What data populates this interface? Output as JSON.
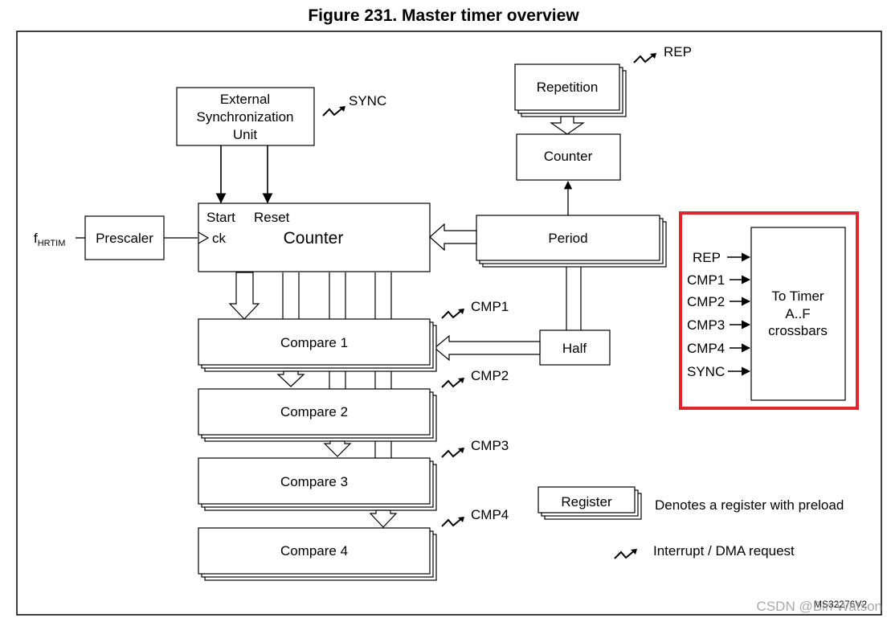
{
  "figure": {
    "title": "Figure 231. Master timer overview",
    "reference": "MS32276V2",
    "watermark": "CSDN @Bin Watson"
  },
  "blocks": {
    "ext_sync": [
      "External",
      "Synchronization",
      "Unit"
    ],
    "prescaler": "Prescaler",
    "counter_main": "Counter",
    "counter_start": "Start",
    "counter_reset": "Reset",
    "counter_ck": "ck",
    "repetition": "Repetition",
    "rep_counter": "Counter",
    "period": "Period",
    "half": "Half",
    "compare": [
      "Compare 1",
      "Compare 2",
      "Compare 3",
      "Compare 4"
    ],
    "crossbar": [
      "To Timer",
      "A..F",
      "crossbars"
    ]
  },
  "signals": {
    "fclk_main": "f",
    "fclk_sub": "HRTIM",
    "sync": "SYNC",
    "rep": "REP",
    "cmp": [
      "CMP1",
      "CMP2",
      "CMP3",
      "CMP4"
    ],
    "crossbar_inputs": [
      "REP",
      "CMP1",
      "CMP2",
      "CMP3",
      "CMP4",
      "SYNC"
    ]
  },
  "legend": {
    "register_label": "Register",
    "register_desc": "Denotes a register with preload",
    "interrupt_desc": "Interrupt / DMA request"
  },
  "colors": {
    "highlight": "#e0262d",
    "line": "#000000"
  },
  "icons": {
    "interrupt": "zigzag-arrow-icon",
    "preload": "stacked-register-icon"
  }
}
